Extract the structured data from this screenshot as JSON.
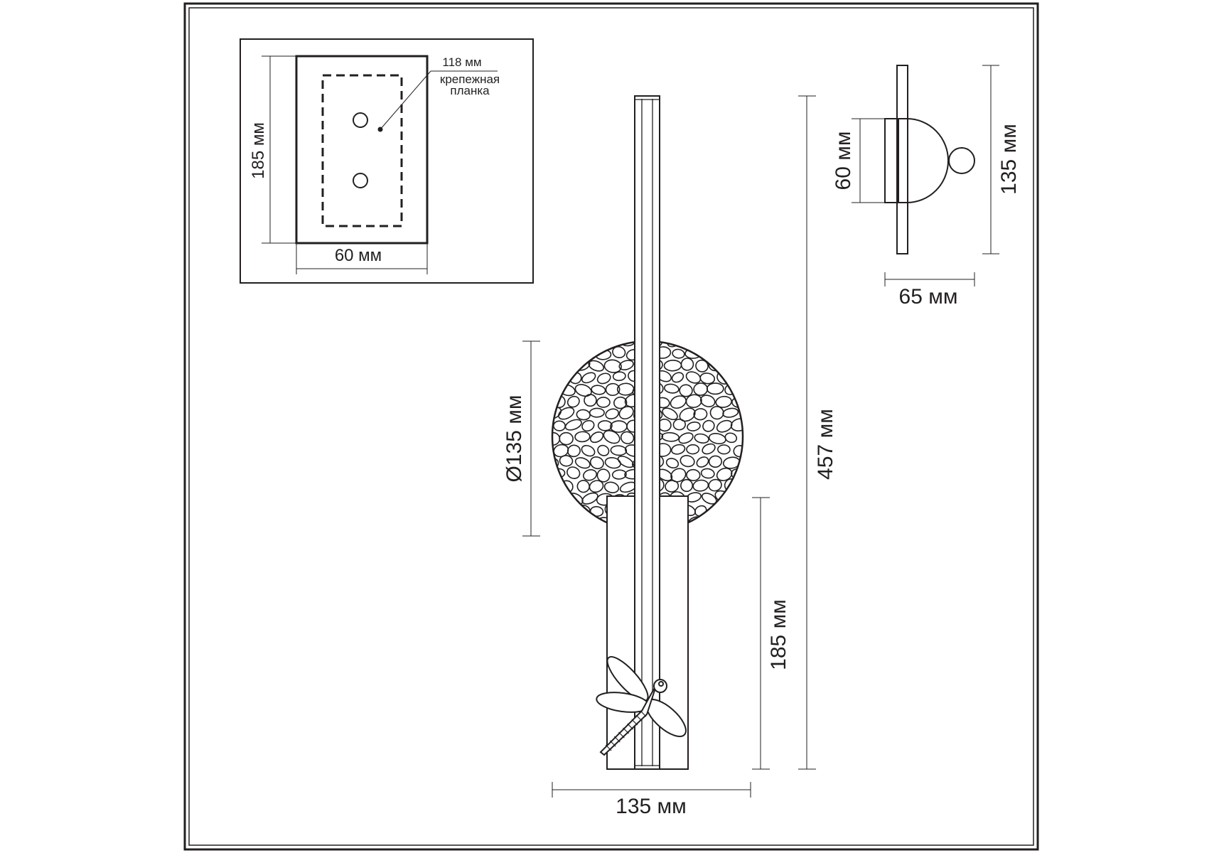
{
  "detail_view": {
    "bracket_label": "118 мм",
    "bracket_caption_line1": "крепежная",
    "bracket_caption_line2": "планка",
    "height_label": "185 мм",
    "width_label": "60 мм"
  },
  "side_view": {
    "plate_height_label": "60 мм",
    "total_height_label": "135 мм",
    "depth_label": "65 мм"
  },
  "front_view": {
    "disc_diameter_label": "Ø135 мм",
    "total_height_label": "457 мм",
    "block_height_label": "185 мм",
    "width_label": "135 мм"
  },
  "colors": {
    "line": "#231f20",
    "background": "#ffffff"
  }
}
